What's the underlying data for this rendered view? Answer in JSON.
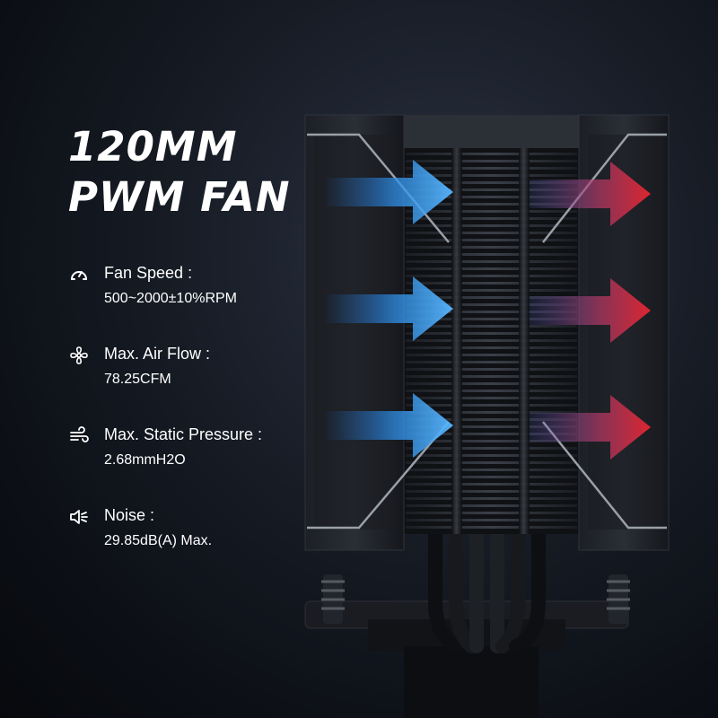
{
  "headline": {
    "line1": "120MM",
    "line2": "PWM FAN"
  },
  "specs": [
    {
      "icon": "speedometer-icon",
      "label": "Fan Speed :",
      "value": "500~2000±10%RPM"
    },
    {
      "icon": "fan-icon",
      "label": "Max. Air Flow :",
      "value": "78.25CFM"
    },
    {
      "icon": "wind-icon",
      "label": "Max. Static Pressure :",
      "value": "2.68mmH2O"
    },
    {
      "icon": "speaker-icon",
      "label": "Noise :",
      "value": "29.85dB(A) Max."
    }
  ],
  "colors": {
    "airflow_in": "#2f8ee6",
    "airflow_out": "#e8262f",
    "text": "#ffffff"
  }
}
